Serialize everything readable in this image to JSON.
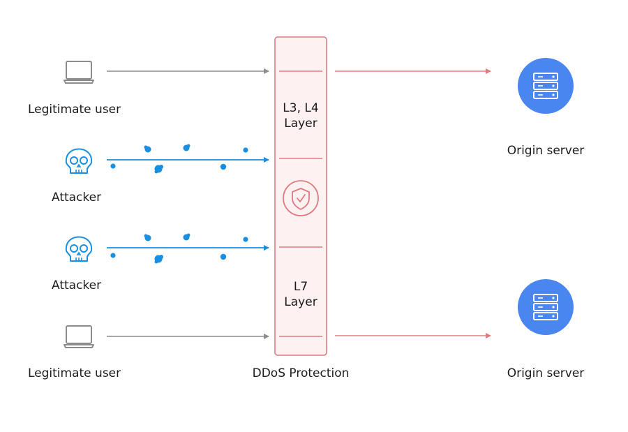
{
  "colors": {
    "gray": "#8c8c8c",
    "attack_blue": "#1a8fe0",
    "protection_red": "#e07a80",
    "protection_fill": "#fdf1f2",
    "server_blue": "#4a86f0",
    "text": "#1b1b1b"
  },
  "sources": [
    {
      "label": "Legitimate user",
      "kind": "legitimate",
      "icon": "laptop-icon"
    },
    {
      "label": "Attacker",
      "kind": "attacker",
      "icon": "skull-icon"
    },
    {
      "label": "Attacker",
      "kind": "attacker",
      "icon": "skull-icon"
    },
    {
      "label": "Legitimate user",
      "kind": "legitimate",
      "icon": "laptop-icon"
    }
  ],
  "protection": {
    "label": "DDoS Protection",
    "layer_top": {
      "line1": "L3, L4",
      "line2": "Layer"
    },
    "layer_bottom": {
      "line1": "L7",
      "line2": "Layer"
    },
    "icon": "shield-check-icon"
  },
  "servers": [
    {
      "label": "Origin server",
      "icon": "server-icon"
    },
    {
      "label": "Origin server",
      "icon": "server-icon"
    }
  ]
}
